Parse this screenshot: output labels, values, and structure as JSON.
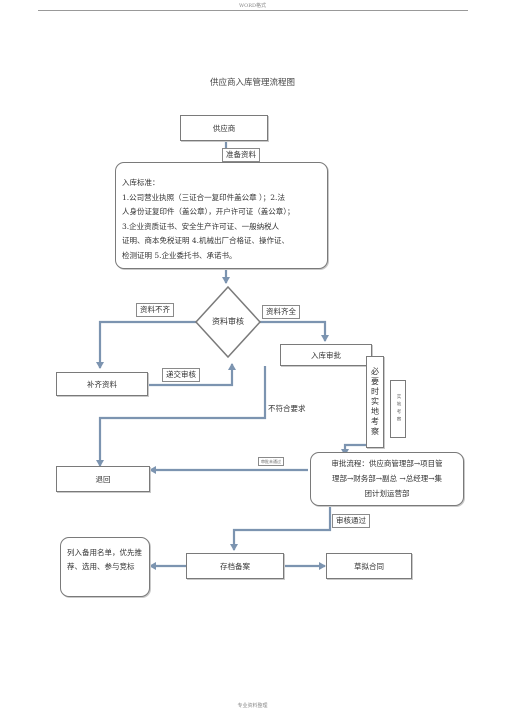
{
  "header": {
    "text": "WORD格式"
  },
  "footer": {
    "text": "专业资料整理"
  },
  "title": "供应商入库管理流程图",
  "nodes": {
    "supplier": "供应商",
    "criteria_title": "入库标准：",
    "criteria_lines": [
      "1.公司营业执照（三证合一复印件盖公章 ）；2.法",
      "人身份证复印件（盖公章），开户许可证（盖公章）；",
      "3.企业资质证书、安全生产许可证、一般纳税人",
      "证明、商本免税证明 4.机械出厂合格证、操作证、",
      "检测证明 5.企业委托书、承诺书。"
    ],
    "review": "资料审核",
    "supplement": "补齐资料",
    "approval": "入库审批",
    "site_visit": "必要时实地考察",
    "site_visit_small": "实地考察",
    "reject": "退回",
    "process_line1": "审批流程：供应商管理部→项目管",
    "process_line2": "理部→财务部→副总 →总经理→集",
    "process_line3": "团计划运营部",
    "reserve_list": "列入备用名单，优先推荐、选用、参与竞标",
    "archive": "存档备案",
    "draft_contract": "草拟合同"
  },
  "edge_labels": {
    "prepare": "准备资料",
    "incomplete": "资料不齐",
    "complete": "资料齐全",
    "resubmit": "递交审核",
    "not_met": "不符合要求",
    "approval_failed": "审批未通过",
    "passed": "审核通过"
  },
  "colors": {
    "arrow": "#7c94b0",
    "border": "#7a7a7a"
  }
}
